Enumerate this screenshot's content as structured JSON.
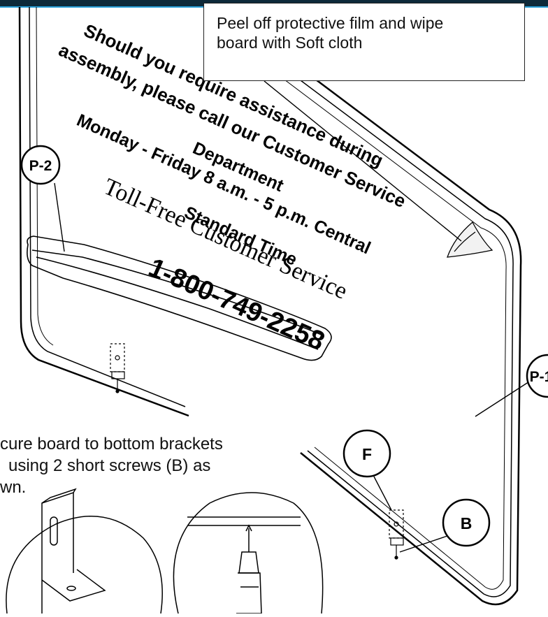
{
  "note_film": {
    "line1": "Peel off protective film and wipe",
    "line2": "board  with Soft cloth"
  },
  "decal": {
    "line1": "Should you require assistance during",
    "line2": "assembly,  please call our Customer Service",
    "line3": "Department",
    "line4": "Monday - Friday  8 a.m. - 5 p.m.  Central",
    "line5": "Standard Time",
    "line6": "Toll-Free Customer Service",
    "line7": "1-800-749-2258"
  },
  "labels": {
    "p2": "P-2",
    "p1": "P-1",
    "f": "F",
    "b": "B"
  },
  "instruction": {
    "line1": "cure board to bottom brackets",
    "line2": "using 2 short screws (B) as",
    "line3": "wn."
  }
}
